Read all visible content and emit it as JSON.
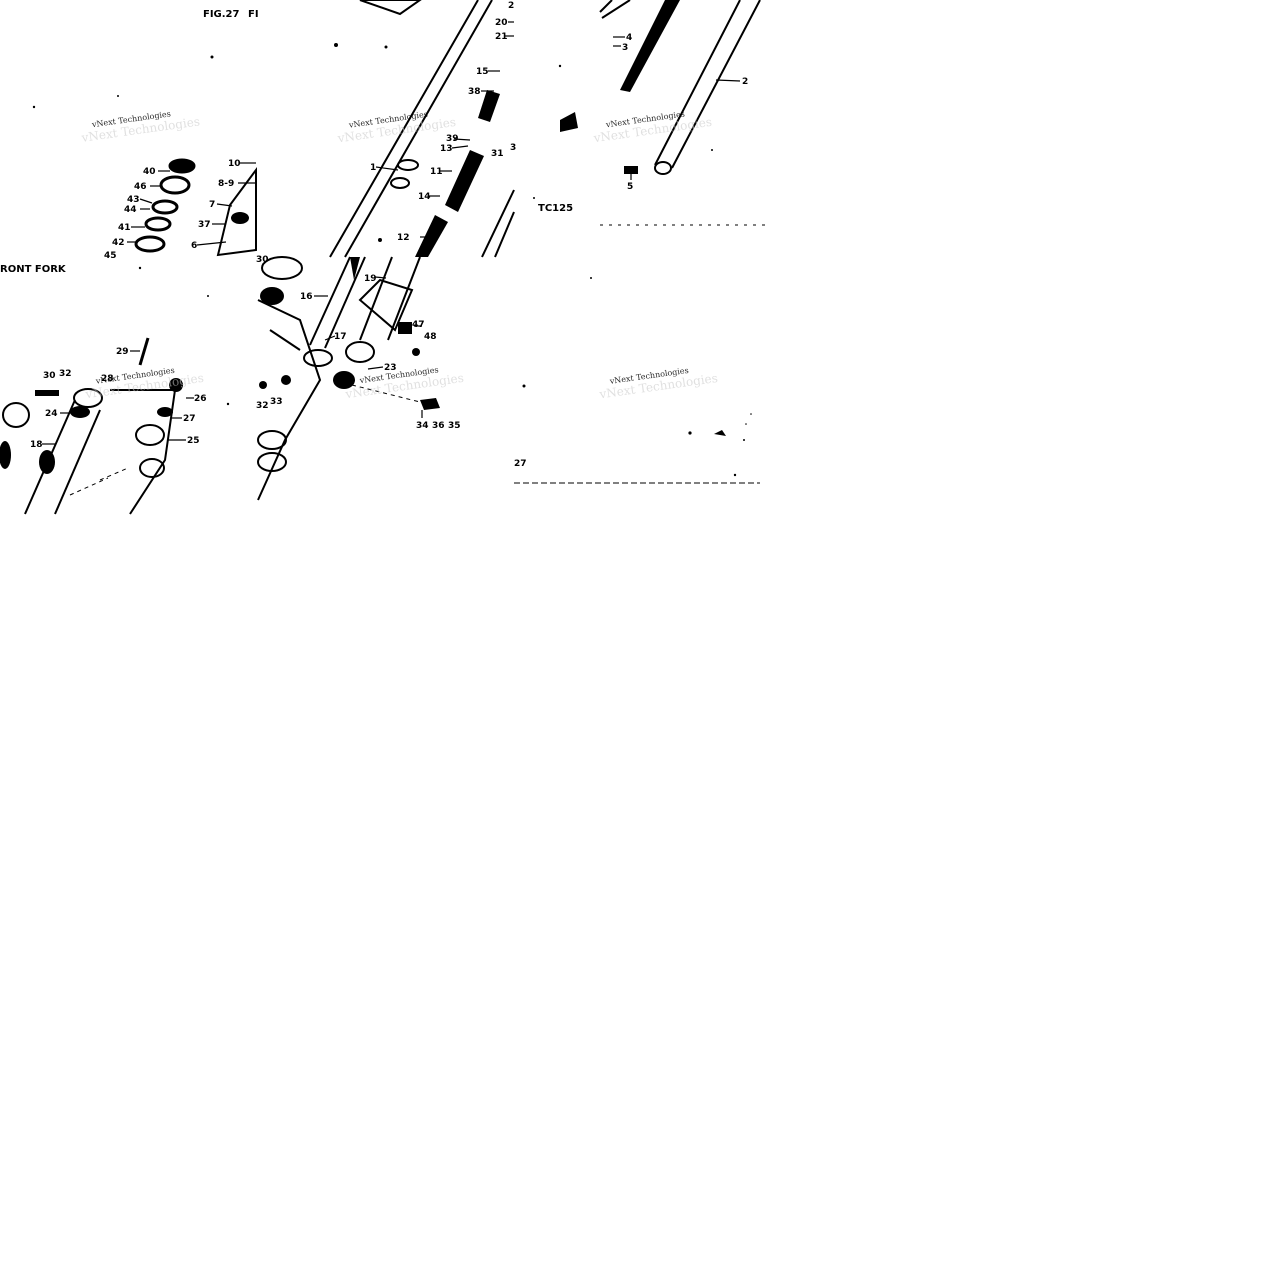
{
  "figure": {
    "fig_label": "FIG.27",
    "fig_title_fragment": "FI",
    "front_fork_fragment": "RONT FORK",
    "model_code": "TC125"
  },
  "watermark": {
    "text": "vNext Technologies"
  },
  "callouts": {
    "t_01": "1",
    "t_02": "2",
    "t_03": "3",
    "t_04": "4",
    "t_05": "5",
    "t_06": "6",
    "t_07": "7",
    "t_08": "8-9",
    "t_10": "10",
    "t_11": "11",
    "t_12": "12",
    "t_13": "13",
    "t_14": "14",
    "t_15": "15",
    "t_16": "16",
    "t_17": "17",
    "t_18": "18",
    "t_19": "19",
    "t_20": "20",
    "t_21": "21",
    "t_24": "24",
    "t_25": "25",
    "t_26": "26",
    "t_27": "27",
    "t_27b": "27",
    "t_28": "28",
    "t_29": "29",
    "t_30": "30",
    "t_30b": "30",
    "t_31": "31",
    "t_32": "32",
    "t_32b": "32",
    "t_33": "33",
    "t_34": "34",
    "t_36": "36",
    "t_35": "35",
    "t_37": "37",
    "t_38": "38",
    "t_39": "39",
    "t_40": "40",
    "t_41": "41",
    "t_42": "42",
    "t_43": "43",
    "t_44": "44",
    "t_45": "45",
    "t_46": "46",
    "t_47": "47",
    "t_48": "48",
    "t_23": "23",
    "t_x": "2",
    "t_xr": "3"
  }
}
